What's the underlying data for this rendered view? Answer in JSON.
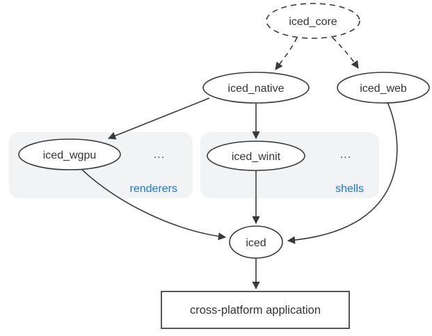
{
  "diagram": {
    "nodes": {
      "iced_core": {
        "label": "iced_core",
        "shape": "ellipse-dashed"
      },
      "iced_native": {
        "label": "iced_native",
        "shape": "ellipse"
      },
      "iced_web": {
        "label": "iced_web",
        "shape": "ellipse"
      },
      "iced_wgpu": {
        "label": "iced_wgpu",
        "shape": "ellipse"
      },
      "iced_winit": {
        "label": "iced_winit",
        "shape": "ellipse"
      },
      "iced": {
        "label": "iced",
        "shape": "ellipse"
      },
      "app": {
        "label": "cross-platform application",
        "shape": "rect"
      }
    },
    "groups": {
      "renderers": {
        "label": "renderers",
        "ellipsis": "..."
      },
      "shells": {
        "label": "shells",
        "ellipsis": "..."
      }
    },
    "edges": [
      {
        "from": "iced_core",
        "to": "iced_native",
        "style": "dashed"
      },
      {
        "from": "iced_core",
        "to": "iced_web",
        "style": "dashed"
      },
      {
        "from": "iced_native",
        "to": "iced_wgpu",
        "style": "solid"
      },
      {
        "from": "iced_native",
        "to": "iced_winit",
        "style": "solid"
      },
      {
        "from": "iced_wgpu",
        "to": "iced",
        "style": "solid"
      },
      {
        "from": "iced_winit",
        "to": "iced",
        "style": "solid"
      },
      {
        "from": "iced_web",
        "to": "iced",
        "style": "solid"
      },
      {
        "from": "iced",
        "to": "app",
        "style": "solid"
      }
    ],
    "colors": {
      "accent_blue": "#1a73e8",
      "ink": "#3a3a3a",
      "group_fill": "#f1f3f4",
      "node_fill": "#ffffff",
      "background": "#ffffff"
    }
  }
}
